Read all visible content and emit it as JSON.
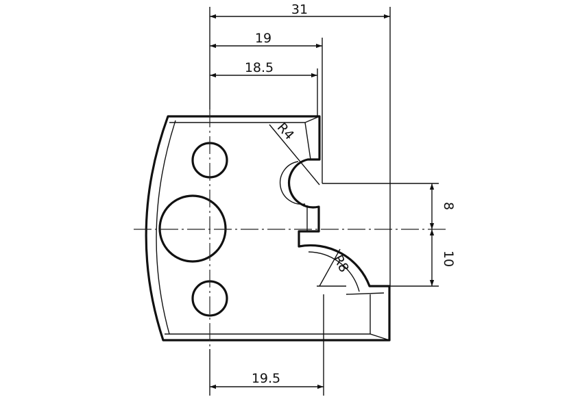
{
  "dimensions": {
    "overall_width": "31",
    "upper_width": "19",
    "inner_width": "18.5",
    "bottom_width": "19.5",
    "upper_offset": "8",
    "lower_offset": "10",
    "radius_upper": "R4",
    "radius_lower": "R8"
  },
  "colors": {
    "line": "#111111",
    "background": "#ffffff"
  }
}
